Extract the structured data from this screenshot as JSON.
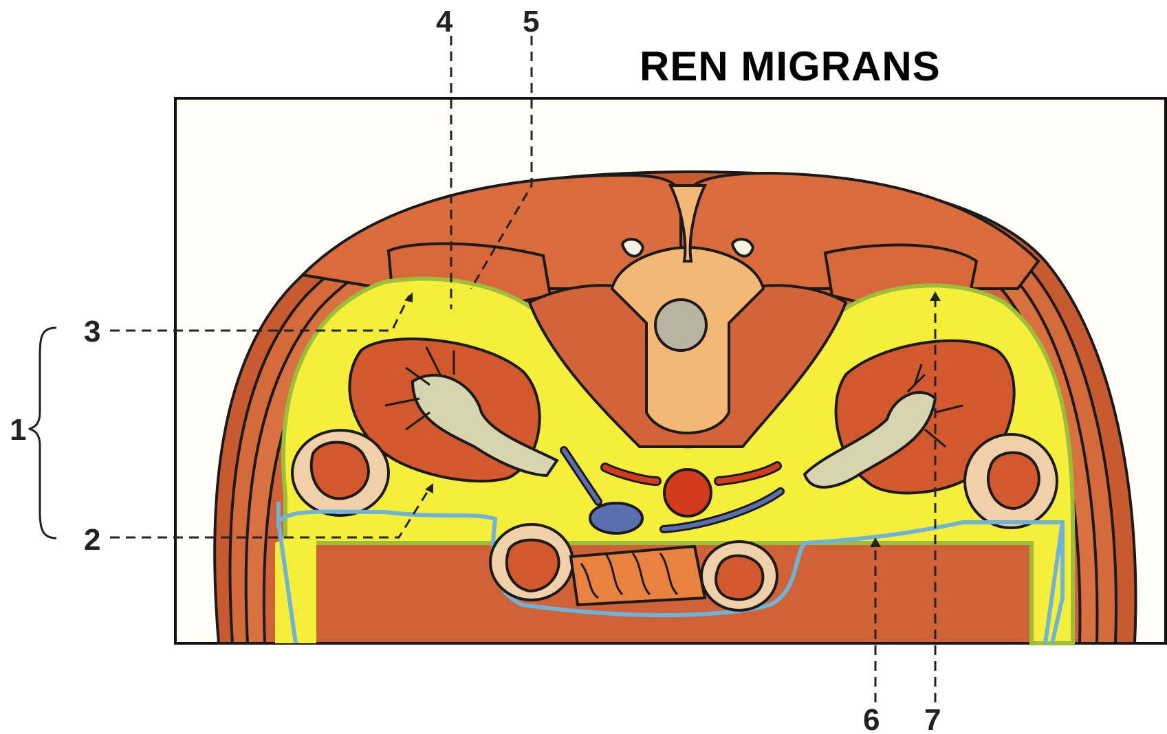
{
  "title": "REN MIGRANS",
  "labels": {
    "l1": "1",
    "l2": "2",
    "l3": "3",
    "l4": "4",
    "l5": "5",
    "l6": "6",
    "l7": "7"
  },
  "colors": {
    "muscle": "#d9683a",
    "muscle_dark": "#c8542a",
    "vertebra": "#f4b876",
    "fat": "#f6ef3a",
    "fascia": "#9bbf3a",
    "peritoneum": "#6fb3d8",
    "kidney": "#d2582e",
    "pelvis": "#d8d4b0",
    "aorta": "#d23b1e",
    "cava": "#5a6fb0",
    "outline": "#1a1a1a"
  }
}
